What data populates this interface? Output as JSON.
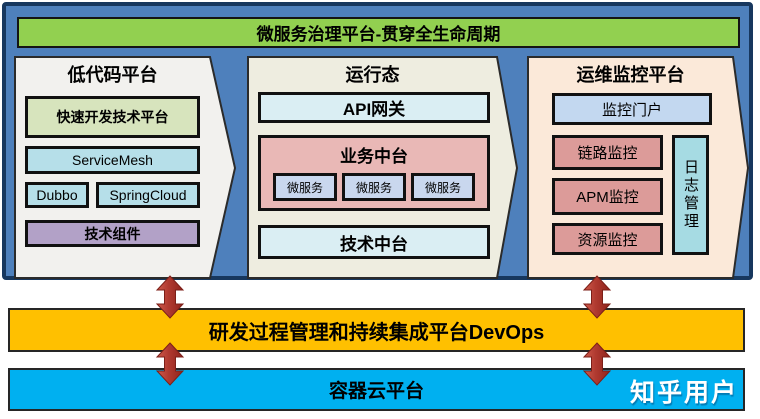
{
  "banner": {
    "title": "微服务治理平台-贯穿全生命周期"
  },
  "panels": {
    "lowcode": {
      "title": "低代码平台",
      "rapid_dev": "快速开发技术平台",
      "service_mesh": "ServiceMesh",
      "dubbo": "Dubbo",
      "spring_cloud": "SpringCloud",
      "tech_components": "技术组件"
    },
    "runtime": {
      "title": "运行态",
      "api_gateway": "API网关",
      "business_middle": {
        "title": "业务中台",
        "microservices": [
          "微服务",
          "微服务",
          "微服务"
        ]
      },
      "tech_middle": "技术中台"
    },
    "monitoring": {
      "title": "运维监控平台",
      "portal": "监控门户",
      "trace_monitor": "链路监控",
      "apm_monitor": "APM监控",
      "resource_monitor": "资源监控",
      "log_management": "日志管理"
    }
  },
  "devops_bar": {
    "label": "研发过程管理和持续集成平台DevOps"
  },
  "container_bar": {
    "label": "容器云平台"
  },
  "watermark": {
    "label": "知乎用户"
  },
  "colors": {
    "frame_blue": "#4e80bc",
    "frame_border": "#17375e",
    "banner_green": "#92d050",
    "panel_gray": "#f2f1ee",
    "panel_cream": "#eeede0",
    "panel_peach": "#fbe9d9",
    "box_green": "#d7e4bd",
    "box_lightblue": "#b6dfe9",
    "box_purple": "#b2a1c7",
    "box_paleblue": "#daeef3",
    "box_pink": "#e9b8b6",
    "box_rose": "#dc9b99",
    "box_periwinkle": "#c3d8f0",
    "box_lavender": "#c9d7ee",
    "box_cyan": "#a6dbe3",
    "devops_orange": "#ffc000",
    "cloud_blue": "#00b0f0",
    "arrow_red": "#b03a30"
  }
}
